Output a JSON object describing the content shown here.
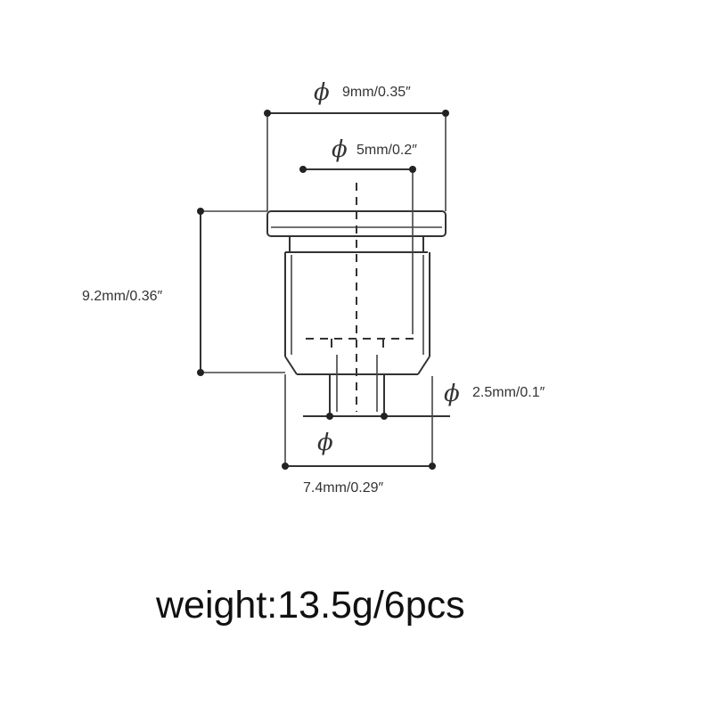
{
  "dimensions": {
    "cap_diameter": {
      "symbol": "ϕ",
      "text": "9mm/0.35″"
    },
    "inner_diameter": {
      "symbol": "ϕ",
      "text": "5mm/0.2″"
    },
    "height": {
      "text": "9.2mm/0.36″"
    },
    "pin_diameter": {
      "symbol": "ϕ",
      "text": "2.5mm/0.1″"
    },
    "body_diameter": {
      "symbol": "ϕ",
      "text": "7.4mm/0.29″"
    }
  },
  "caption": "weight:13.5g/6pcs",
  "colors": {
    "line": "#333333",
    "text": "#111111",
    "background": "#ffffff"
  }
}
